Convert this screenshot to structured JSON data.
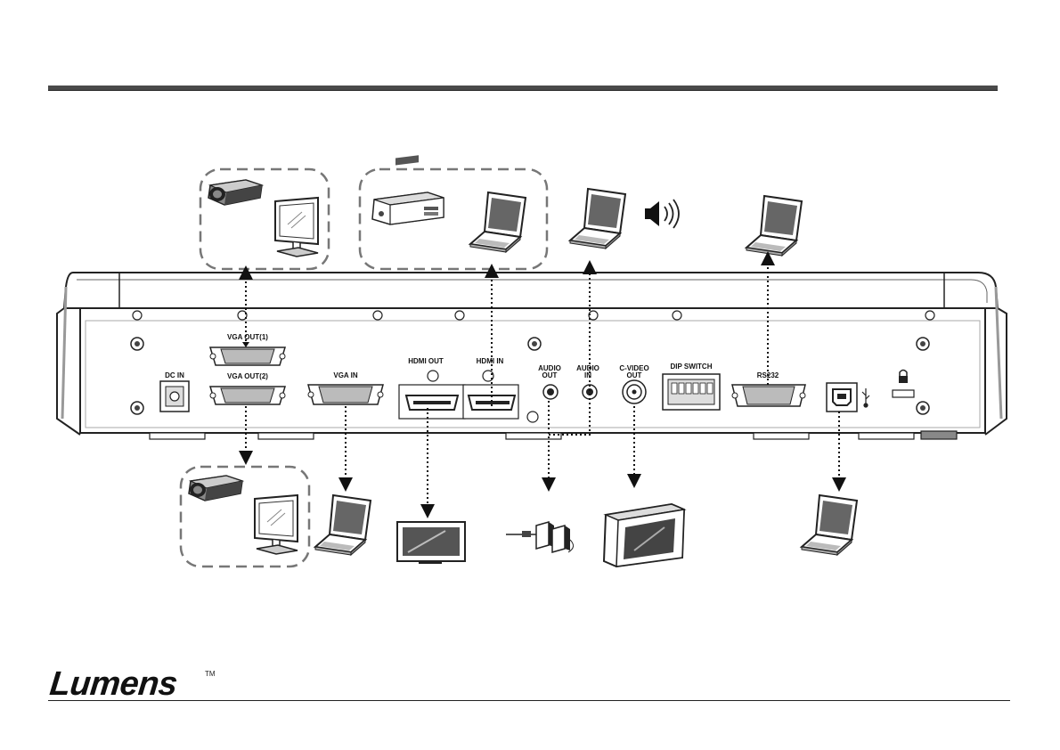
{
  "ports": {
    "vga_out_1": "VGA OUT(1)",
    "vga_out_2": "VGA OUT(2)",
    "dc_in": "DC IN",
    "vga_in": "VGA IN",
    "hdmi_out": "HDMI OUT",
    "hdmi_in": "HDMI IN",
    "audio_out_1": "AUDIO",
    "audio_out_2": "OUT",
    "audio_in_1": "AUDIO",
    "audio_in_2": "IN",
    "cvideo_out_1": "C-VIDEO",
    "cvideo_out_2": "OUT",
    "dip_switch": "DIP SWITCH",
    "rs232": "RS232"
  },
  "footer": {
    "brand": "Lumens",
    "trademark": "TM"
  },
  "colors": {
    "dashed_group_border": "#777777",
    "line": "#222222"
  },
  "icons": [
    "projector-icon",
    "monitor-icon",
    "dvd-player-icon",
    "laptop-icon",
    "speaker-icon",
    "tv-icon",
    "crt-tv-icon",
    "audio-plug-icon",
    "speakers-icon",
    "usb-icon",
    "lock-icon"
  ]
}
